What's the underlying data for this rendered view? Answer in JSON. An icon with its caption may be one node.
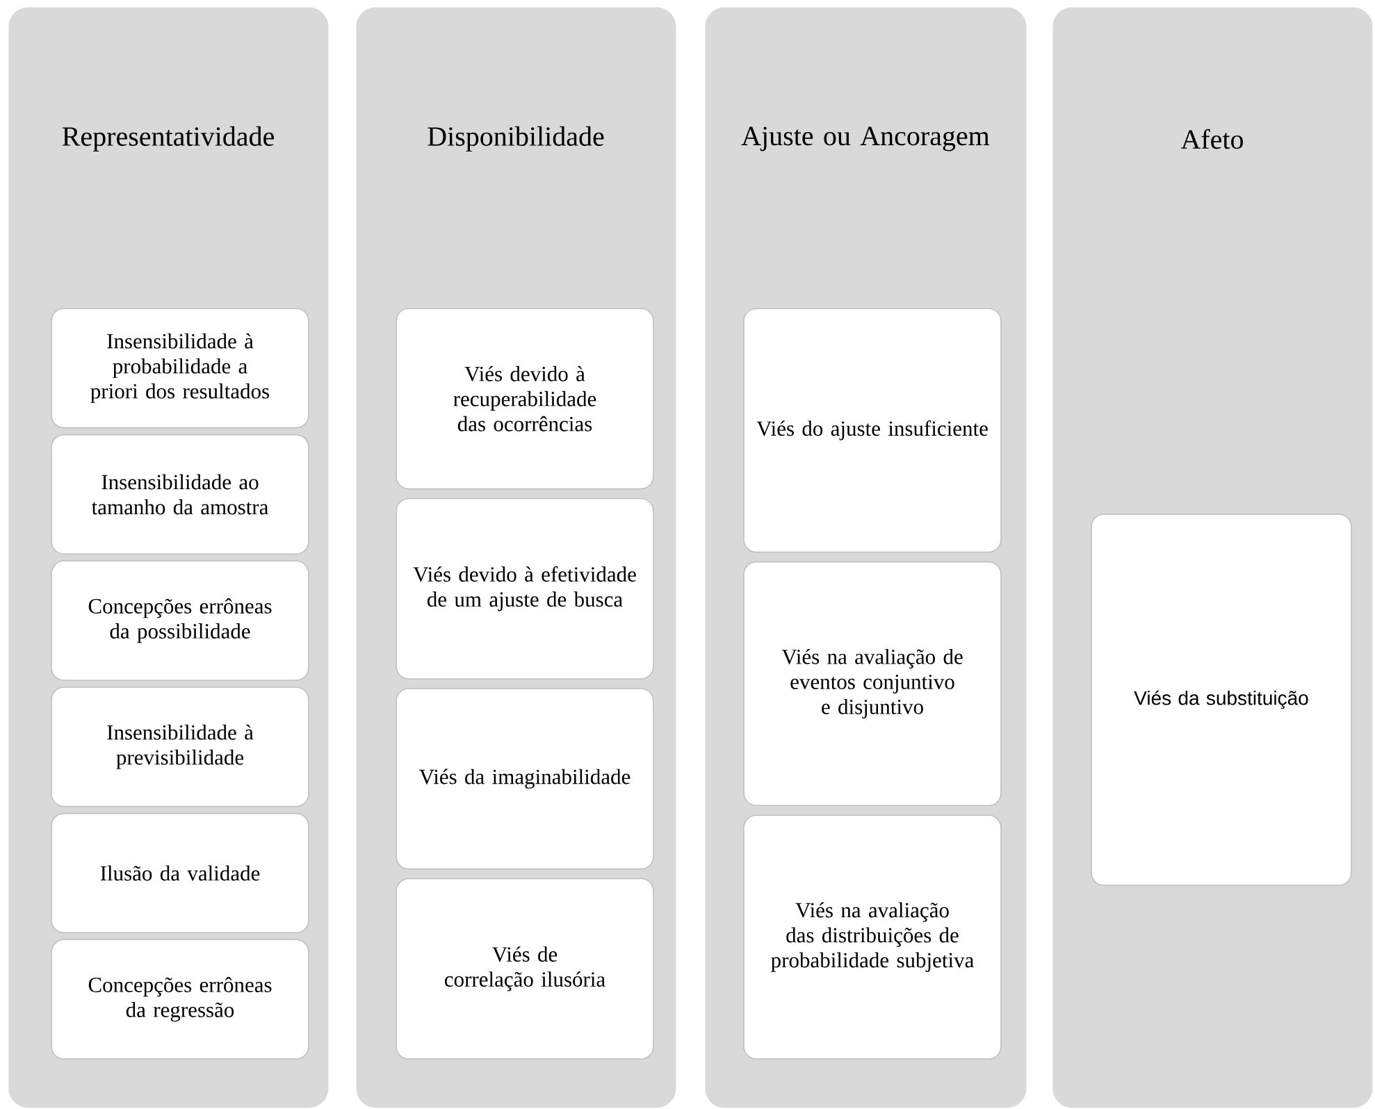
{
  "diagram": {
    "nodes": [
      {
        "text": [
          "Representatividade"
        ]
      },
      {
        "text": [
          "Insensibilidade à probabilidade a priori dos resultados"
        ],
        "in": 0
      },
      {
        "text": [
          "Insensibilidade ao tamanho da amostra"
        ],
        "in": 0
      },
      {
        "text": [
          "Concepções errôneas da possibilidade"
        ],
        "in": 0
      },
      {
        "text": [
          "Insensibilidade à previsibilidade"
        ],
        "in": 0
      },
      {
        "text": [
          "Ilusão da validade"
        ],
        "in": 0
      },
      {
        "text": [
          "Concepções errôneas da regressão"
        ],
        "in": 0
      },
      {
        "text": [
          "Disponibilidade"
        ]
      },
      {
        "text": [
          "Viés devido à recuperabilidade das ocorrências"
        ],
        "in": 7
      },
      {
        "text": [
          "Viés devido à efetividade de um ajuste de busca"
        ],
        "in": 7
      },
      {
        "text": [
          "Viés da imaginabilidade"
        ],
        "in": 7
      },
      {
        "text": [
          "Viés de correlação ilusória"
        ],
        "in": 7
      },
      {
        "text": [
          "Ajuste ou Ancoragem"
        ]
      },
      {
        "text": [
          "Viés do ajuste insuficiente"
        ],
        "in": 12
      },
      {
        "text": [
          "Viés na avaliação de eventos conjuntivo e disjuntivo"
        ],
        "in": 12
      },
      {
        "text": [
          "Viés na avaliação das distribuições de probabilidade subjetiva"
        ],
        "in": 12
      },
      {
        "text": [
          "Afeto"
        ]
      },
      {
        "text": [
          "Viés da substituição"
        ],
        "in": 16
      }
    ]
  }
}
